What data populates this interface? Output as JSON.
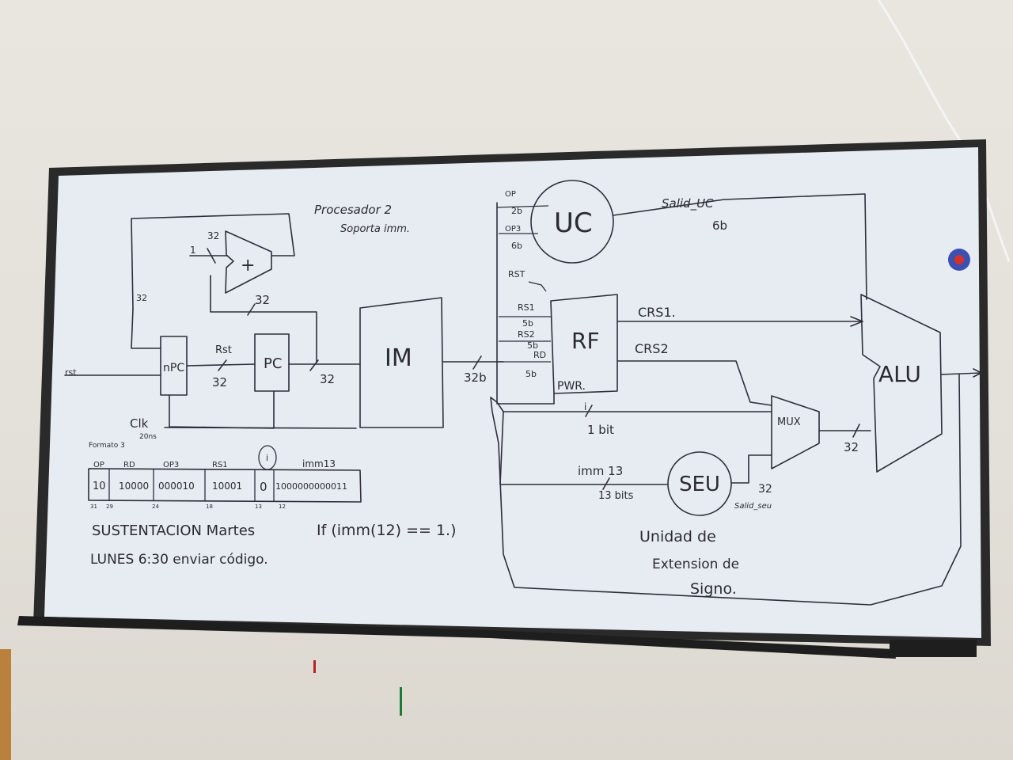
{
  "title": "Procesador 2",
  "subtitle": "Soporta imm.",
  "blocks": {
    "uc": "UC",
    "rf": "RF",
    "im": "IM",
    "alu": "ALU",
    "mux": "MUX",
    "seu": "SEU",
    "npc": "nPC",
    "pc": "PC",
    "adder": "+"
  },
  "labels": {
    "adder_in_1": "1",
    "adder_in_32": "32",
    "feedback_32a": "32",
    "feedback_32b": "32",
    "rst_left": "rst",
    "rst_mid": "Rst",
    "npc_pc_32": "32",
    "pc_im_32": "32",
    "im_out": "32b",
    "clk": "Clk",
    "clk_period": "20ns",
    "op": "OP",
    "op_bits": "2b",
    "op3": "OP3",
    "op3_bits": "6b",
    "rst_rf": "RST",
    "rs1": "RS1",
    "rs1_bits": "5b",
    "rs2": "RS2",
    "rs2_bits": "5b",
    "rd": "RD",
    "rd_bits": "5b",
    "pwr": "PWR.",
    "crs1": "CRS1.",
    "crs2": "CRS2",
    "salida_uc": "Salid_UC",
    "salida_uc_bits": "6b",
    "i_label": "i",
    "i_bits": "1 bit",
    "imm13_wire": "imm 13",
    "imm13_bits": "13 bits",
    "seu_out_32": "32",
    "salida_seu": "Salid_seu",
    "mux_out_32": "32",
    "seu_desc_1": "Unidad de",
    "seu_desc_2": "Extension de",
    "seu_desc_3": "Signo."
  },
  "format": {
    "title": "Formato 3",
    "fields": [
      {
        "name": "OP",
        "value": "10",
        "bit": "31"
      },
      {
        "name": "RD",
        "value": "10000",
        "bit": "29"
      },
      {
        "name": "OP3",
        "value": "000010",
        "bit": "24"
      },
      {
        "name": "RS1",
        "value": "10001",
        "bit": "18"
      },
      {
        "name": "i",
        "value": "0",
        "bit": "13"
      },
      {
        "name": "imm13",
        "value": "1000000000011",
        "bit": "12"
      }
    ]
  },
  "notes": {
    "condition": "If (imm(12) == 1.)",
    "line1": "SUSTENTACION Martes",
    "line2": "LUNES 6:30 enviar código."
  },
  "colors": {
    "board": "#e7ecf2",
    "frame": "#2a2a2a",
    "ink": "#2e2f38",
    "wall": "#e6e3dc"
  }
}
